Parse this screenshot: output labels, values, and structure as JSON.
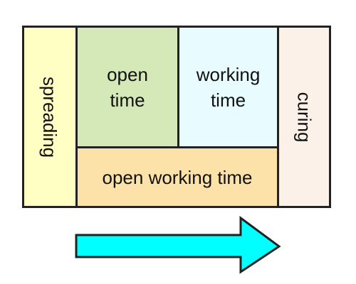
{
  "diagram": {
    "cells": {
      "spreading": {
        "label": "spreading",
        "color": "#ffffc4"
      },
      "open_time": {
        "label": "open\ntime",
        "color": "#d4e8b8"
      },
      "working_time": {
        "label": "working\ntime",
        "color": "#e8fbff"
      },
      "open_working_time": {
        "label": "open working time",
        "color": "#fce2a8"
      },
      "curing": {
        "label": "curing",
        "color": "#fbf1e8"
      }
    },
    "border_color": "#222222",
    "arrow": {
      "direction": "right",
      "color": "#00ffff",
      "outline": "#222222"
    }
  }
}
